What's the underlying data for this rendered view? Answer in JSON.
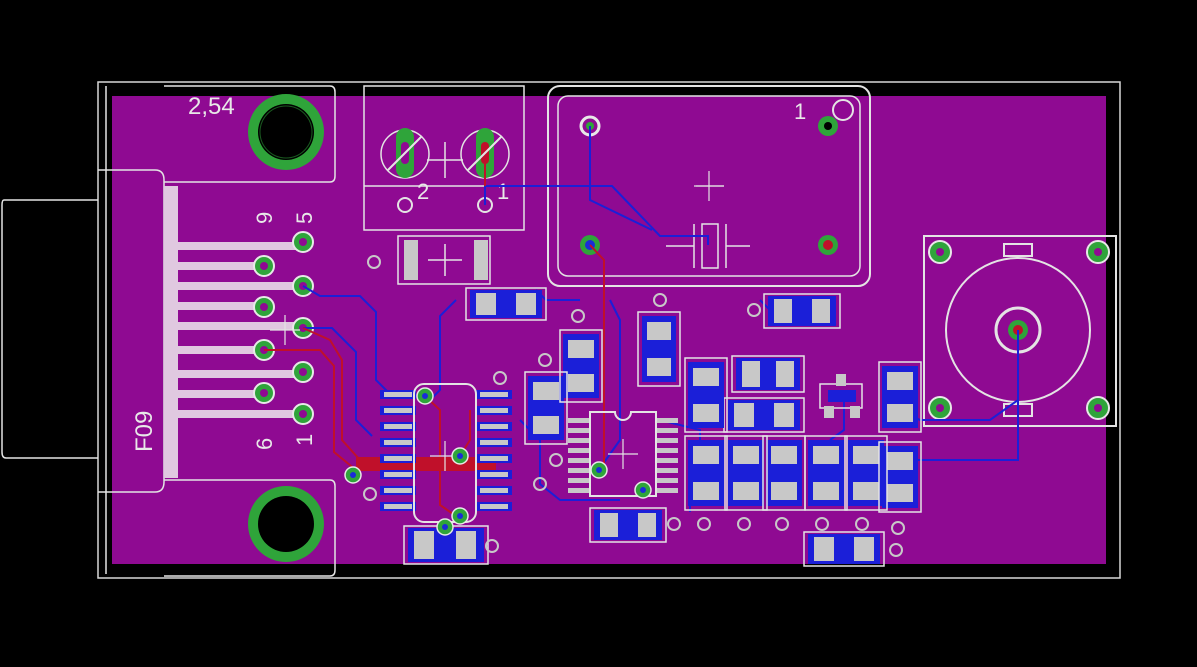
{
  "colors": {
    "background": "#000000",
    "copper_pour": "#8f0a92",
    "outline": "#e8e8e8",
    "silk": "#e8e8e8",
    "pad_ring": "#2fa43a",
    "via_fill": "#1a2bd8",
    "trace_top": "#c0102a",
    "trace_bottom": "#1b1fd8",
    "smd_pad": "#c8c8c8"
  },
  "labels": {
    "pitch": "2,54",
    "connector_name": "F09",
    "pin9": "9",
    "pin5": "5",
    "pin6": "6",
    "pin1_left": "1",
    "terminal_pin2": "2",
    "terminal_pin1": "1",
    "relay_pin1": "1"
  },
  "icons": {
    "mount_hole_top": "mounting-hole-icon",
    "mount_hole_bottom": "mounting-hole-icon",
    "crystal": "crystal-icon",
    "potentiometer": "potentiometer-icon",
    "screw_terminal": "screw-terminal-icon"
  }
}
